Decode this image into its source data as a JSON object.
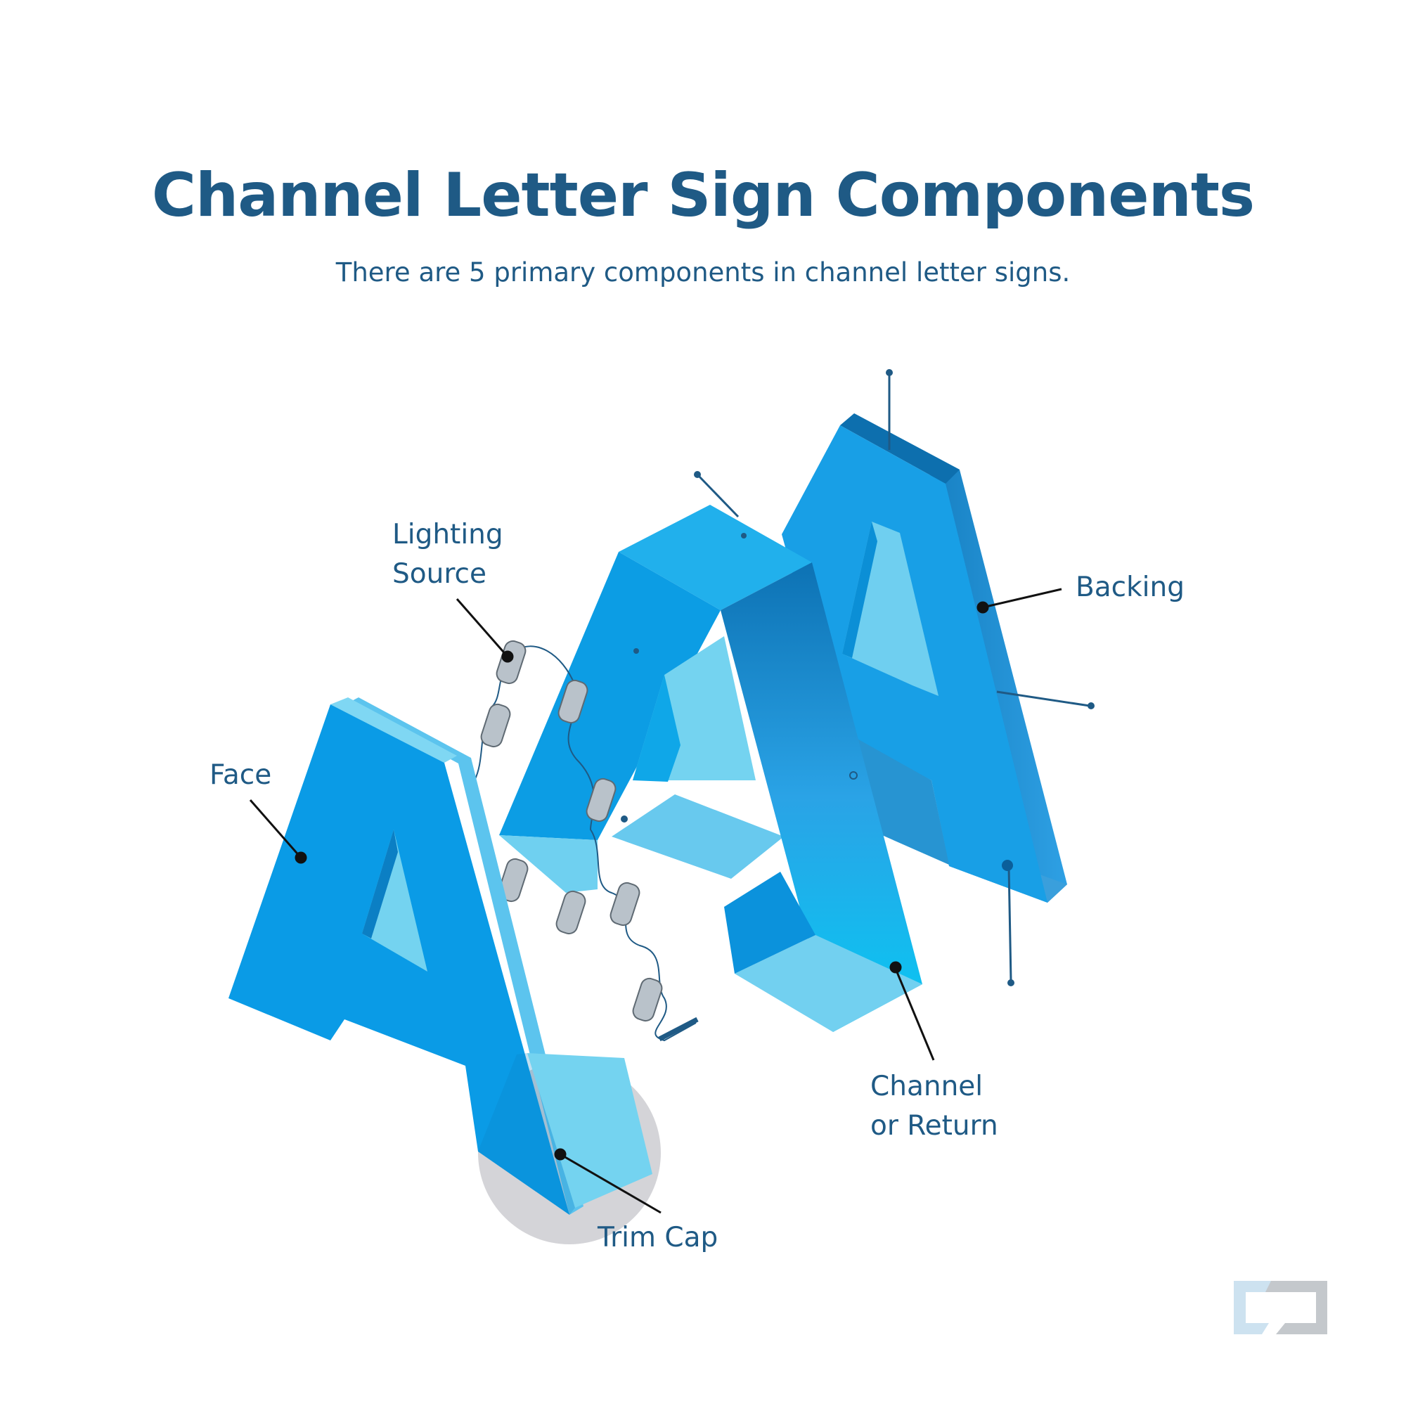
{
  "title": "Channel Letter Sign Components",
  "subtitle": "There are 5 primary components in channel letter signs.",
  "labels": {
    "lighting_line1": "Lighting",
    "lighting_line2": "Source",
    "backing": "Backing",
    "face": "Face",
    "channel_line1": "Channel",
    "channel_line2": "or Return",
    "trim_cap": "Trim Cap"
  },
  "colors": {
    "text": "#1f5a85",
    "face": "#0a9be6",
    "side": "#5cc4ee",
    "inner": "#74d3f0",
    "dark": "#0b6fb0",
    "leader": "#111111",
    "trim_highlight": "#d4d4d8"
  }
}
